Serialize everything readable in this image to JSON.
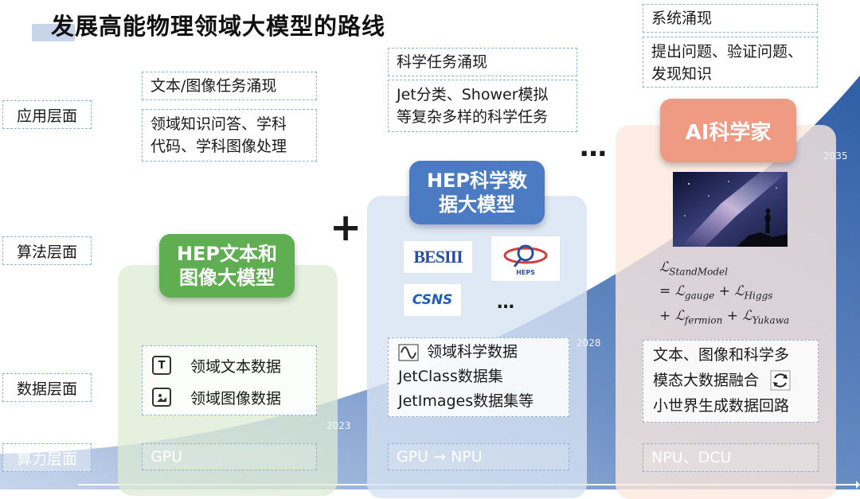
{
  "title": "发展高能物理领域大模型的路线",
  "layers": {
    "app": "应用层面",
    "algo": "算法层面",
    "data": "数据层面",
    "compute": "算力层面"
  },
  "plus": "+",
  "ellipsis_top": "…",
  "years": [
    "2023",
    "2028",
    "2035"
  ],
  "stage1": {
    "pill": [
      "HEP文本和",
      "图像大模型"
    ],
    "app_title": "文本/图像任务涌现",
    "app_desc": [
      "领域知识问答、学科",
      "代码、学科图像处理"
    ],
    "data_items": [
      "领域文本数据",
      "领域图像数据"
    ],
    "compute": "GPU"
  },
  "stage2": {
    "pill": [
      "HEP科学数",
      "据大模型"
    ],
    "app_title": "科学任务涌现",
    "app_desc": [
      "Jet分类、Shower模拟",
      "等复杂多样的科学任务"
    ],
    "logos": [
      "BESIII",
      "HEPS",
      "CSNS"
    ],
    "logos_more": "…",
    "data_items": [
      "领域科学数据",
      "JetClass数据集",
      "JetImages数据集等"
    ],
    "compute": "GPU → NPU"
  },
  "stage3": {
    "pill": "AI科学家",
    "app_title": "系统涌现",
    "app_desc": [
      "提出问题、验证问题、",
      "发现知识"
    ],
    "formula": [
      "ℒ",
      "StandModel",
      "= ℒ",
      "gauge",
      "+ ℒ",
      "Higgs",
      "+ ℒ",
      "fermion",
      "+ ℒ",
      "Yukawa"
    ],
    "data_desc": [
      "文本、图像和科学多",
      "模态大数据融合",
      "小世界生成数据回路"
    ],
    "compute": "NPU、DCU"
  },
  "colors": {
    "curve": "#3f6aab",
    "green_pill": "#5fae52",
    "blue_pill": "#4a7bc3",
    "orange_pill": "#ef9a82"
  }
}
